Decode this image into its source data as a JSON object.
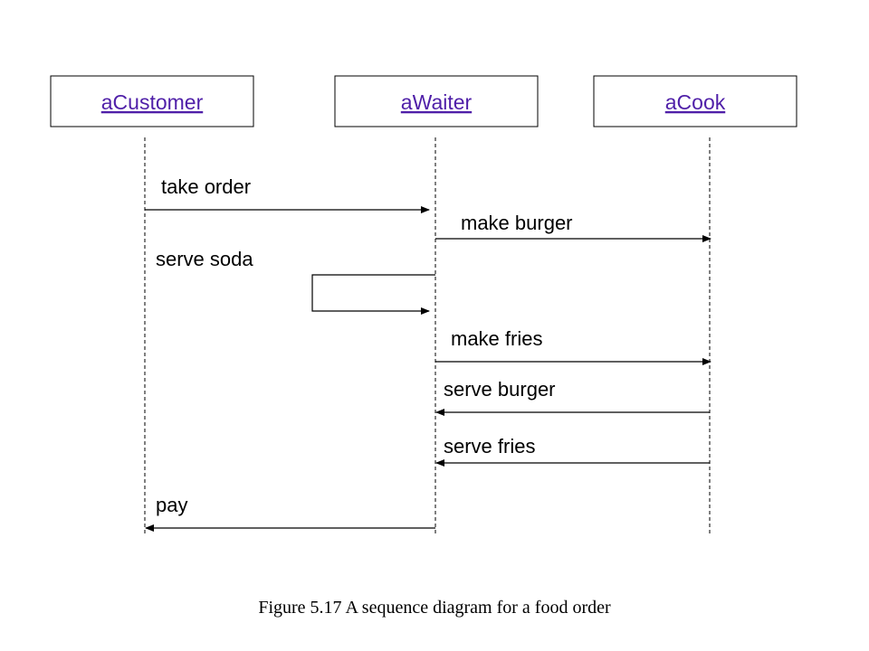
{
  "objects": [
    {
      "id": "customer",
      "label": "aCustomer"
    },
    {
      "id": "waiter",
      "label": "aWaiter"
    },
    {
      "id": "cook",
      "label": "aCook"
    }
  ],
  "messages": [
    {
      "id": "take-order",
      "label": "take order",
      "from": "customer",
      "to": "waiter"
    },
    {
      "id": "make-burger",
      "label": "make burger",
      "from": "waiter",
      "to": "cook"
    },
    {
      "id": "serve-soda",
      "label": "serve soda",
      "from": "waiter",
      "to": "waiter"
    },
    {
      "id": "make-fries",
      "label": "make fries",
      "from": "waiter",
      "to": "cook"
    },
    {
      "id": "serve-burger",
      "label": "serve burger",
      "from": "cook",
      "to": "waiter"
    },
    {
      "id": "serve-fries",
      "label": "serve fries",
      "from": "cook",
      "to": "waiter"
    },
    {
      "id": "pay",
      "label": "pay",
      "from": "waiter",
      "to": "customer"
    }
  ],
  "caption": "Figure 5.17 A sequence diagram for a food order",
  "colors": {
    "object_label": "#4f1fa8",
    "lines": "#000000"
  }
}
